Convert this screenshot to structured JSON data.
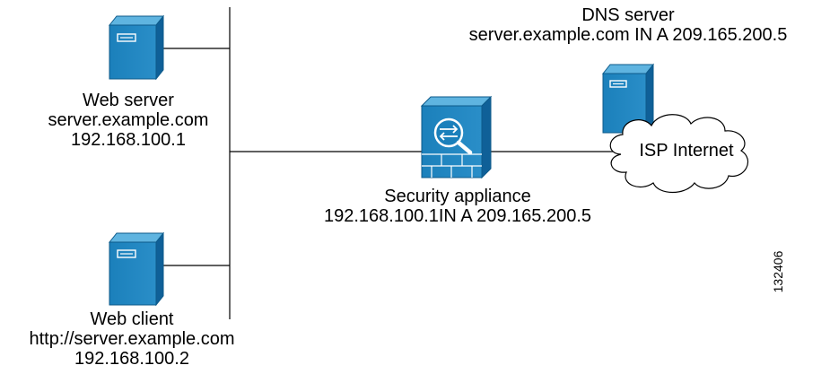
{
  "diagram": {
    "web_server": {
      "name": "Web server",
      "hostname": "server.example.com",
      "ip": "192.168.100.1",
      "icon": "server-icon"
    },
    "web_client": {
      "name": "Web client",
      "url": "http://server.example.com",
      "ip": "192.168.100.2",
      "icon": "server-icon"
    },
    "security_appliance": {
      "name": "Security appliance",
      "record": "192.168.100.1IN A 209.165.200.5",
      "icon": "firewall-appliance-icon"
    },
    "dns_server": {
      "name": "DNS server",
      "record": "server.example.com IN A 209.165.200.5",
      "icon": "server-icon"
    },
    "internet": {
      "name": "ISP Internet",
      "icon": "cloud-icon"
    },
    "figure_id": "132406",
    "colors": {
      "device_blue": "#1a7fb8",
      "device_dark": "#0d5a8a",
      "device_light": "#3a9fd4",
      "line": "#000000"
    }
  }
}
